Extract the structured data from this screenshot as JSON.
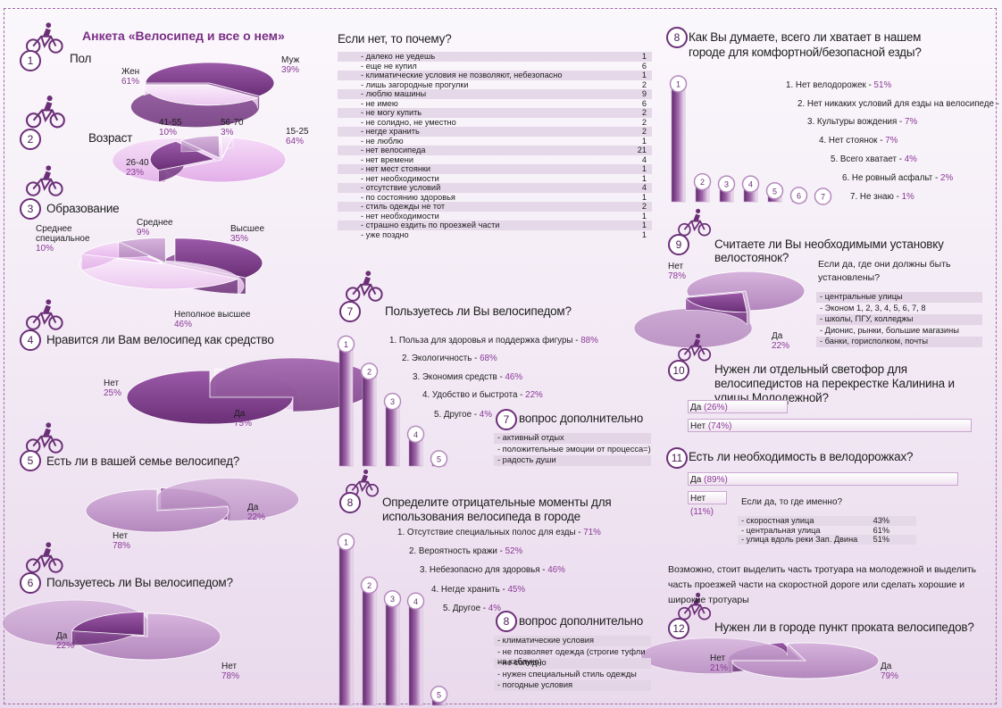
{
  "title": "Анкета «Велосипед и все о нем»",
  "questions": {
    "q1": {
      "num": "1",
      "label": "Пол"
    },
    "q2": {
      "num": "2",
      "label": "Возраст"
    },
    "q3": {
      "num": "3",
      "label": "Образование"
    },
    "q4": {
      "num": "4",
      "label": "Нравится ли Вам велосипед как средство"
    },
    "q5": {
      "num": "5",
      "label": "Есть ли в вашей семье велосипед?"
    },
    "q6": {
      "num": "6",
      "label": "Пользуетесь ли Вы велосипедом?"
    },
    "q7": {
      "num": "7",
      "label": "Пользуетесь ли Вы велосипедом?"
    },
    "q7b": {
      "num": "7",
      "label": "вопрос дополнительно"
    },
    "q8a": {
      "num": "8",
      "label": "Определите отрицательные моменты для использования велосипеда в городе"
    },
    "q8b": {
      "num": "8",
      "label": "вопрос дополнительно"
    },
    "q8c": {
      "num": "8",
      "label": "Как Вы думаете, всего ли хватает в нашем городе для комфортной/безопасной езды?"
    },
    "q9": {
      "num": "9",
      "label": "Считаете ли Вы необходимыми установку велостоянок?"
    },
    "q10": {
      "num": "10",
      "label": "Нужен ли отдельный светофор для велосипедистов на перекрестке Калинина и улицы Молодежной?"
    },
    "q11": {
      "num": "11",
      "label": "Есть ли необходимость в велодорожках?"
    },
    "q12": {
      "num": "12",
      "label": "Нужен ли в городе пункт проката велосипедов?"
    }
  },
  "pie_labels": {
    "q1_w": "Жен",
    "q1_w_p": "61%",
    "q1_m": "Муж",
    "q1_m_p": "39%",
    "q2_a": "15-25",
    "q2_a_p": "64%",
    "q2_b": "26-40",
    "q2_b_p": "23%",
    "q2_c": "41-55",
    "q2_c_p": "10%",
    "q2_d": "56-70",
    "q2_d_p": "3%",
    "q3_a": "Высшее",
    "q3_a_p": "35%",
    "q3_b": "Неполное высшее",
    "q3_b_p": "46%",
    "q3_c": "Среднее специальное",
    "q3_c_p": "10%",
    "q3_d": "Среднее",
    "q3_d_p": "9%",
    "q4_yes": "Да",
    "q4_yes_p": "75%",
    "q4_no": "Нет",
    "q4_no_p": "25%",
    "q5_yes": "Да",
    "q5_yes_p": "22%",
    "q5_no": "Нет",
    "q5_no_p": "78%",
    "q6_yes": "Да",
    "q6_yes_p": "22%",
    "q6_no": "Нет",
    "q6_no_p": "78%",
    "q9_no": "Нет",
    "q9_no_p": "78%",
    "q9_yes": "Да",
    "q9_yes_p": "22%",
    "q12_no": "Нет",
    "q12_no_p": "21%",
    "q12_yes": "Да",
    "q12_yes_p": "79%"
  },
  "why_not": {
    "title": "Если нет, то почему?",
    "rows": [
      {
        "t": "- далеко не уедешь",
        "v": "1"
      },
      {
        "t": "- еще не купил",
        "v": "6"
      },
      {
        "t": "- климатические условия не позволяют, небезопасно",
        "v": "1"
      },
      {
        "t": "- лишь загородные прогулки",
        "v": "2"
      },
      {
        "t": "- люблю машины",
        "v": "9"
      },
      {
        "t": "- не имею",
        "v": "6"
      },
      {
        "t": "- не могу купить",
        "v": "2"
      },
      {
        "t": "- не солидно, не уместно",
        "v": "2"
      },
      {
        "t": "- негде хранить",
        "v": "2"
      },
      {
        "t": "- не люблю",
        "v": "1"
      },
      {
        "t": "- нет велосипеда",
        "v": "21"
      },
      {
        "t": "- нет времени",
        "v": "4"
      },
      {
        "t": "- нет мест стоянки",
        "v": "1"
      },
      {
        "t": "- нет необходимости",
        "v": "1"
      },
      {
        "t": "- отсутствие условий",
        "v": "4"
      },
      {
        "t": "- по состоянию здоровья",
        "v": "1"
      },
      {
        "t": "- стиль одежды не тот",
        "v": "2"
      },
      {
        "t": "- нет необходимости",
        "v": "1"
      },
      {
        "t": "- страшно ездить по проезжей части",
        "v": "1"
      },
      {
        "t": "- уже поздно",
        "v": "1"
      }
    ]
  },
  "q7_extra": [
    "- активный отдых",
    "- положительные эмоции от процесса=)",
    "- радость души"
  ],
  "q8_extra": [
    "- климатические условия",
    "- не позволяет одежда (строгие туфли на каблуке)",
    "- не солидно",
    "- нужен специальный стиль одежды",
    "- погодные условия"
  ],
  "q9_extra": {
    "title": "Если да, где они должны быть установлены?",
    "items": [
      "- центральные улицы",
      "- Эконом 1, 2, 3, 4, 5, 6, 7, 8",
      "- школы, ПГУ, колледжы",
      "- Дионис, рынки, большие магазины",
      "- банки, горисполком, почты"
    ]
  },
  "q11_extra": {
    "title": "Если да, то где именно?",
    "rows": [
      {
        "t": "- скоростная улица",
        "v": "43%"
      },
      {
        "t": "- центральная улица",
        "v": "61%"
      },
      {
        "t": "- улица вдоль реки Зап. Двина",
        "v": "51%"
      }
    ]
  },
  "note": "Возможно, стоит выделить часть тротуара на молодежной и выделить часть проезжей части на скоростной дороге или сделать хорошие и широкие тротуары",
  "chart_data": [
    {
      "type": "pie",
      "question": "Пол",
      "categories": [
        "Жен",
        "Муж"
      ],
      "values": [
        61,
        39
      ]
    },
    {
      "type": "pie",
      "question": "Возраст",
      "categories": [
        "15-25",
        "26-40",
        "41-55",
        "56-70"
      ],
      "values": [
        64,
        23,
        10,
        3
      ]
    },
    {
      "type": "pie",
      "question": "Образование",
      "categories": [
        "Высшее",
        "Неполное высшее",
        "Среднее специальное",
        "Среднее"
      ],
      "values": [
        35,
        46,
        10,
        9
      ]
    },
    {
      "type": "pie",
      "question": "Нравится ли Вам велосипед как средство",
      "categories": [
        "Да",
        "Нет"
      ],
      "values": [
        75,
        25
      ]
    },
    {
      "type": "pie",
      "question": "Есть ли в вашей семье велосипед?",
      "categories": [
        "Да",
        "Нет"
      ],
      "values": [
        22,
        78
      ]
    },
    {
      "type": "pie",
      "question": "Пользуетесь ли Вы велосипедом?",
      "categories": [
        "Да",
        "Нет"
      ],
      "values": [
        22,
        78
      ]
    },
    {
      "type": "bar",
      "question": "Пользуетесь ли Вы велосипедом? (7)",
      "categories": [
        "1. Польза для здоровья и поддержка фигуры",
        "2. Экологичность",
        "3. Экономия средств",
        "4. Удобство и быстрота",
        "5. Другое"
      ],
      "values": [
        88,
        68,
        46,
        22,
        4
      ],
      "ylim": [
        0,
        100
      ]
    },
    {
      "type": "bar",
      "question": "Определите отрицательные моменты для использования велосипеда в городе",
      "categories": [
        "1. Отсутствие специальных полос для езды",
        "2. Вероятность кражи",
        "3. Небезопасно для здоровья",
        "4. Негде хранить",
        "5. Другое"
      ],
      "values": [
        71,
        52,
        46,
        45,
        4
      ],
      "ylim": [
        0,
        100
      ]
    },
    {
      "type": "bar",
      "question": "Как Вы думаете, всего ли хватает в нашем городе для комфортной/безопасной езды?",
      "categories": [
        "1. Нет велодорожек",
        "2. Нет никаких условий для езды на велосипеде",
        "3. Культуры вождения",
        "4. Нет стоянок",
        "5. Всего хватает",
        "6. Не ровный асфальт",
        "7. Не знаю"
      ],
      "values": [
        51,
        8,
        7,
        7,
        4,
        2,
        1
      ],
      "ylim": [
        0,
        60
      ]
    },
    {
      "type": "pie",
      "question": "Считаете ли Вы необходимыми установку велостоянок?",
      "categories": [
        "Нет",
        "Да"
      ],
      "values": [
        78,
        22
      ]
    },
    {
      "type": "bar",
      "question": "Нужен ли отдельный светофор для велосипедистов на перекрестке Калинина и улицы Молодежной?",
      "categories": [
        "Да",
        "Нет"
      ],
      "values": [
        26,
        74
      ]
    },
    {
      "type": "bar",
      "question": "Есть ли необходимость в велодорожках?",
      "categories": [
        "Да",
        "Нет"
      ],
      "values": [
        89,
        11
      ]
    },
    {
      "type": "pie",
      "question": "Нужен ли в городе пункт проката велосипедов?",
      "categories": [
        "Нет",
        "Да"
      ],
      "values": [
        21,
        79
      ]
    }
  ]
}
